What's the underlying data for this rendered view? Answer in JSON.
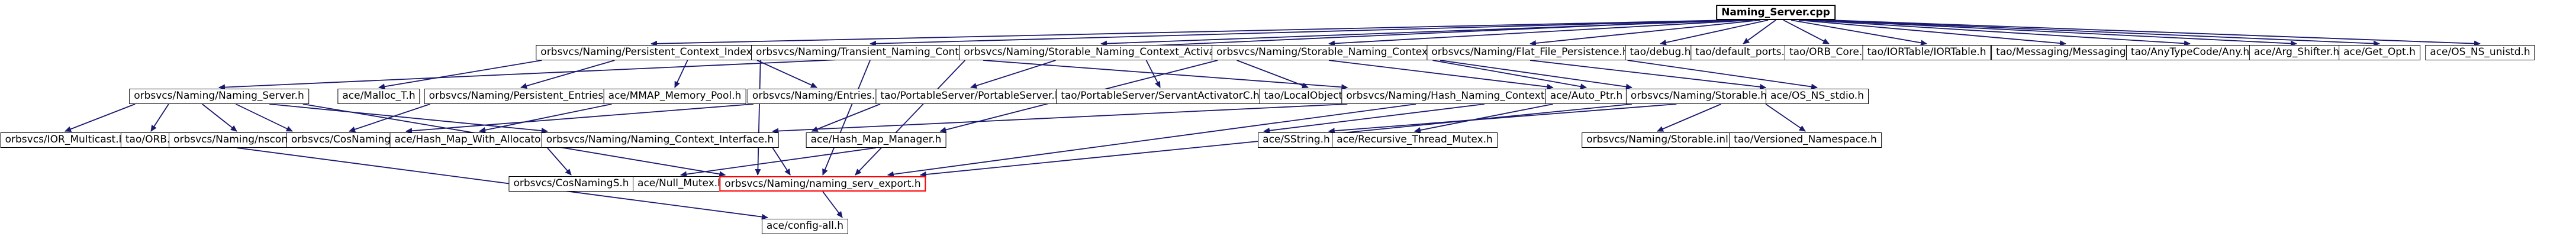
{
  "diagram": {
    "type": "include-dependency-graph",
    "title": "Naming_Server.cpp include dependency graph",
    "root_id": "root",
    "highlight_id": "export",
    "background": "#ffffff",
    "edge_color": "#191970",
    "node_border_color": "#000000",
    "highlight_border_color": "#ff0000",
    "node_fill": "#ffffff",
    "text_color": "#000000"
  },
  "nodes": [
    {
      "id": "root",
      "label": "Naming_Server.cpp"
    },
    {
      "id": "pci",
      "label": "orbsvcs/Naming/Persistent_Context_Index.h"
    },
    {
      "id": "tnc",
      "label": "orbsvcs/Naming/Transient_Naming_Context.h"
    },
    {
      "id": "snca",
      "label": "orbsvcs/Naming/Storable_Naming_Context_Activator.h"
    },
    {
      "id": "snc",
      "label": "orbsvcs/Naming/Storable_Naming_Context.h"
    },
    {
      "id": "ffp",
      "label": "orbsvcs/Naming/Flat_File_Persistence.h"
    },
    {
      "id": "debug",
      "label": "tao/debug.h"
    },
    {
      "id": "defports",
      "label": "tao/default_ports.h"
    },
    {
      "id": "orbcore",
      "label": "tao/ORB_Core.h"
    },
    {
      "id": "iortable",
      "label": "tao/IORTable/IORTable.h"
    },
    {
      "id": "messaging",
      "label": "tao/Messaging/Messaging.h"
    },
    {
      "id": "any",
      "label": "tao/AnyTypeCode/Any.h"
    },
    {
      "id": "argshifter",
      "label": "ace/Arg_Shifter.h"
    },
    {
      "id": "getopt",
      "label": "ace/Get_Opt.h"
    },
    {
      "id": "unistd",
      "label": "ace/OS_NS_unistd.h"
    },
    {
      "id": "ns_h",
      "label": "orbsvcs/Naming/Naming_Server.h"
    },
    {
      "id": "malloc_t",
      "label": "ace/Malloc_T.h"
    },
    {
      "id": "pe",
      "label": "orbsvcs/Naming/Persistent_Entries.h"
    },
    {
      "id": "mmap",
      "label": "ace/MMAP_Memory_Pool.h"
    },
    {
      "id": "entries",
      "label": "orbsvcs/Naming/Entries.h"
    },
    {
      "id": "ps",
      "label": "tao/PortableServer/PortableServer.h"
    },
    {
      "id": "sac",
      "label": "tao/PortableServer/ServantActivatorC.h"
    },
    {
      "id": "lo",
      "label": "tao/LocalObject.h"
    },
    {
      "id": "hnc",
      "label": "orbsvcs/Naming/Hash_Naming_Context.h"
    },
    {
      "id": "autoptr",
      "label": "ace/Auto_Ptr.h"
    },
    {
      "id": "storable_h",
      "label": "orbsvcs/Naming/Storable.h"
    },
    {
      "id": "osstdio",
      "label": "ace/OS_NS_stdio.h"
    },
    {
      "id": "iormc",
      "label": "orbsvcs/IOR_Multicast.h"
    },
    {
      "id": "orb_h",
      "label": "tao/ORB.h"
    },
    {
      "id": "nsconf",
      "label": "orbsvcs/Naming/nsconf.h"
    },
    {
      "id": "cosnamingc",
      "label": "orbsvcs/CosNamingC.h"
    },
    {
      "id": "hmwat",
      "label": "ace/Hash_Map_With_Allocator_T.h"
    },
    {
      "id": "ncif",
      "label": "orbsvcs/Naming/Naming_Context_Interface.h"
    },
    {
      "id": "hmm",
      "label": "ace/Hash_Map_Manager.h"
    },
    {
      "id": "sstring",
      "label": "ace/SString.h"
    },
    {
      "id": "rtm",
      "label": "ace/Recursive_Thread_Mutex.h"
    },
    {
      "id": "storable_inl",
      "label": "orbsvcs/Naming/Storable.inl"
    },
    {
      "id": "vns",
      "label": "tao/Versioned_Namespace.h"
    },
    {
      "id": "cosnamings",
      "label": "orbsvcs/CosNamingS.h"
    },
    {
      "id": "nullmutex",
      "label": "ace/Null_Mutex.h"
    },
    {
      "id": "export",
      "label": "orbsvcs/Naming/naming_serv_export.h"
    },
    {
      "id": "configall",
      "label": "ace/config-all.h"
    }
  ],
  "edges": [
    {
      "from": "root",
      "to": "ns_h"
    },
    {
      "from": "root",
      "to": "pci"
    },
    {
      "from": "root",
      "to": "tnc"
    },
    {
      "from": "root",
      "to": "snca"
    },
    {
      "from": "root",
      "to": "snc"
    },
    {
      "from": "root",
      "to": "ffp"
    },
    {
      "from": "root",
      "to": "debug"
    },
    {
      "from": "root",
      "to": "defports"
    },
    {
      "from": "root",
      "to": "orbcore"
    },
    {
      "from": "root",
      "to": "iortable"
    },
    {
      "from": "root",
      "to": "messaging"
    },
    {
      "from": "root",
      "to": "any"
    },
    {
      "from": "root",
      "to": "argshifter"
    },
    {
      "from": "root",
      "to": "getopt"
    },
    {
      "from": "root",
      "to": "unistd"
    },
    {
      "from": "ns_h",
      "to": "iormc"
    },
    {
      "from": "ns_h",
      "to": "orb_h"
    },
    {
      "from": "ns_h",
      "to": "nsconf"
    },
    {
      "from": "ns_h",
      "to": "cosnamingc"
    },
    {
      "from": "ns_h",
      "to": "ncif"
    },
    {
      "from": "ns_h",
      "to": "export"
    },
    {
      "from": "pci",
      "to": "malloc_t"
    },
    {
      "from": "pci",
      "to": "pe"
    },
    {
      "from": "pci",
      "to": "mmap"
    },
    {
      "from": "pci",
      "to": "export"
    },
    {
      "from": "pe",
      "to": "cosnamingc"
    },
    {
      "from": "pe",
      "to": "hmwat"
    },
    {
      "from": "tnc",
      "to": "entries"
    },
    {
      "from": "tnc",
      "to": "hnc"
    },
    {
      "from": "tnc",
      "to": "export"
    },
    {
      "from": "entries",
      "to": "cosnamingc"
    },
    {
      "from": "entries",
      "to": "hmm"
    },
    {
      "from": "snca",
      "to": "ps"
    },
    {
      "from": "snca",
      "to": "sac"
    },
    {
      "from": "snca",
      "to": "lo"
    },
    {
      "from": "snca",
      "to": "export"
    },
    {
      "from": "snc",
      "to": "hnc"
    },
    {
      "from": "snc",
      "to": "storable_h"
    },
    {
      "from": "snc",
      "to": "hmm"
    },
    {
      "from": "ffp",
      "to": "autoptr"
    },
    {
      "from": "ffp",
      "to": "storable_h"
    },
    {
      "from": "ffp",
      "to": "osstdio"
    },
    {
      "from": "hnc",
      "to": "ncif"
    },
    {
      "from": "hnc",
      "to": "sstring"
    },
    {
      "from": "hnc",
      "to": "rtm"
    },
    {
      "from": "hnc",
      "to": "export"
    },
    {
      "from": "ncif",
      "to": "cosnamings"
    },
    {
      "from": "ncif",
      "to": "export"
    },
    {
      "from": "hmm",
      "to": "nullmutex"
    },
    {
      "from": "storable_h",
      "to": "sstring"
    },
    {
      "from": "storable_h",
      "to": "storable_inl"
    },
    {
      "from": "storable_h",
      "to": "vns"
    },
    {
      "from": "storable_h",
      "to": "export"
    },
    {
      "from": "nsconf",
      "to": "configall"
    },
    {
      "from": "export",
      "to": "configall"
    }
  ]
}
